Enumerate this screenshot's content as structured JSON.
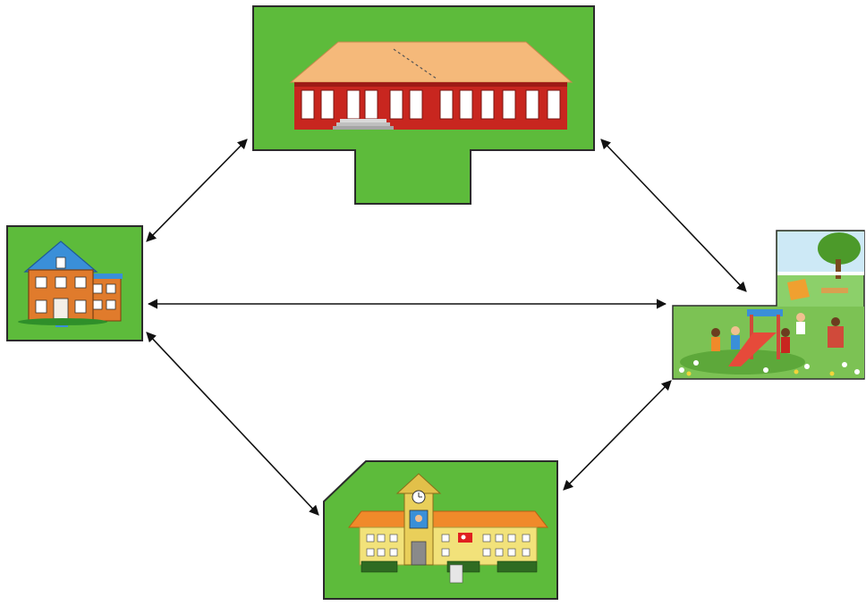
{
  "diagram": {
    "nodes": [
      {
        "id": "school-top",
        "icon": "school-building-icon"
      },
      {
        "id": "house",
        "icon": "house-icon"
      },
      {
        "id": "playground",
        "icon": "playground-icon"
      },
      {
        "id": "school-bottom",
        "icon": "school-clock-tower-icon"
      }
    ],
    "edges": [
      {
        "from": "house",
        "to": "school-top",
        "style": "double-arrow"
      },
      {
        "from": "school-top",
        "to": "playground",
        "style": "double-arrow"
      },
      {
        "from": "house",
        "to": "playground",
        "style": "double-arrow"
      },
      {
        "from": "house",
        "to": "school-bottom",
        "style": "double-arrow"
      },
      {
        "from": "school-bottom",
        "to": "playground",
        "style": "double-arrow"
      }
    ],
    "colors": {
      "panel_green": "#5dbb3b",
      "panel_border": "#2b2b2b",
      "arrow": "#111111",
      "roof_peach": "#f5b97a",
      "school_red": "#c8261f",
      "house_orange": "#e07b2c",
      "house_roof_blue": "#3a8fd8",
      "school_yellow": "#f2e27a"
    }
  }
}
